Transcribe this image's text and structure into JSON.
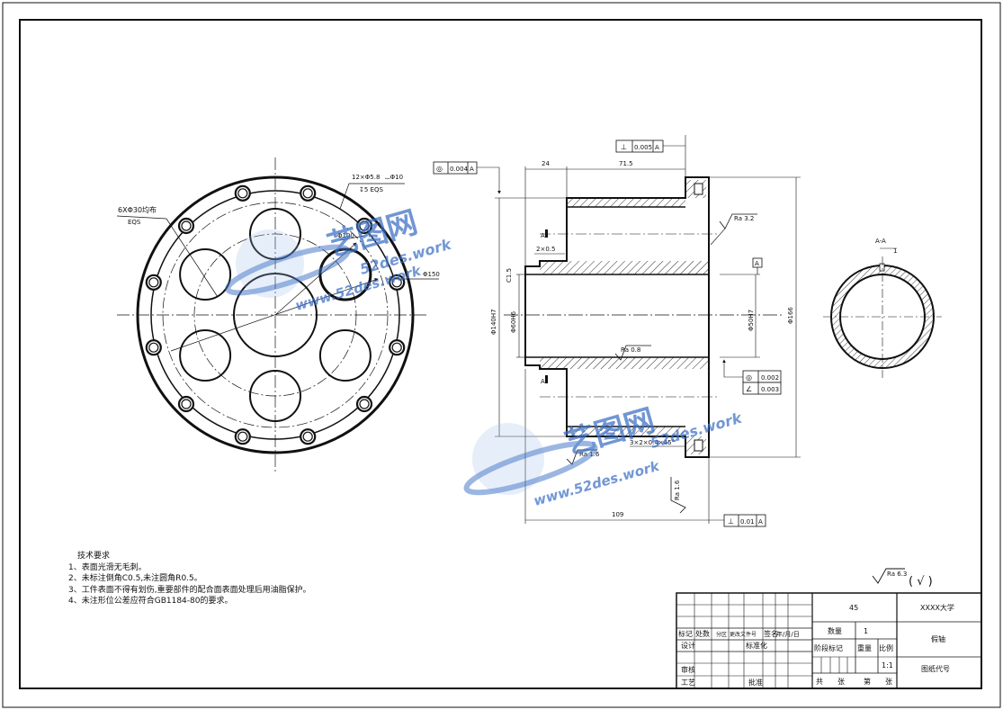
{
  "front_view": {
    "hole_callout_main": "12×Φ5.8",
    "hole_callout_depth": "⌴Φ10",
    "hole_callout_sub": "↧5  EQS",
    "bolt_callout": "6XΦ30均布",
    "bolt_callout_sub": "EQS",
    "dia_100": "Φ100",
    "dia_150": "Φ150"
  },
  "section_view": {
    "dim_24": "24",
    "dim_71_5": "71.5",
    "dim_109": "109",
    "dim_2x05": "2×0.5",
    "dim_c15": "C1.5",
    "dim_140h7": "Φ140H7",
    "dim_60h6": "Φ60H6",
    "dim_50h7": "Φ50H7",
    "dim_166": "Φ166",
    "chamfer_note": "3×2×0.4×45°",
    "section_mark": "A",
    "datum": "A",
    "ra_32": "Ra 3.2",
    "ra_08": "Ra 0.8",
    "ra_16a": "Ra 1.6",
    "ra_16b": "Ra 1.6",
    "tol_top_sym": "⊥",
    "tol_top_val": "0.005",
    "tol_top_ref": "A",
    "tol_left_sym": "◎",
    "tol_left_val": "0.004",
    "tol_left_ref": "A",
    "tol_right1_sym": "◎",
    "tol_right1_val": "0.002",
    "tol_right2_sym": "∠",
    "tol_right2_val": "0.003",
    "tol_bottom_sym": "⊥",
    "tol_bottom_val": "0.01",
    "tol_bottom_ref": "A"
  },
  "aa_view": {
    "title": "A-A",
    "dim_1": "1"
  },
  "roughness_default": {
    "value": "Ra 6.3",
    "suffix": "( √ )"
  },
  "tech_notes": {
    "title": "技术要求",
    "items": [
      "1、表面光滑无毛刺。",
      "2、未标注倒角C0.5,未注圆角R0.5。",
      "3、工件表面不得有划伤,重要部件的配合面表面处理后用油脂保护。",
      "4、未注形位公差应符合GB1184-80的要求。"
    ]
  },
  "title_block": {
    "material": "45",
    "university": "XXXX大学",
    "qty_label": "数量",
    "qty_value": "1",
    "part_name": "假轴",
    "stage_label": "阶段标记",
    "weight_label": "重量",
    "scale_label": "比例",
    "scale_value": "1:1",
    "drawing_code_label": "图纸代号",
    "mark": "标记",
    "place": "处数",
    "zone": "分区",
    "change_doc": "更改文件号",
    "sign": "签名",
    "date": "年/月/日",
    "design": "设计",
    "standard": "标准化",
    "review": "审核",
    "process": "工艺",
    "approve": "批准",
    "total": "共",
    "sheet_unit": "张",
    "order": "第",
    "sheet_unit2": "张"
  },
  "watermark": {
    "brand": "艺图网",
    "url_top": "52des.work",
    "url_bottom": "www.52des.work",
    "url_top2": "www.52des.work",
    "url_bottom2": "52des.work"
  },
  "colors": {
    "ink": "#111111",
    "watermark": "#3b6fc4",
    "watermark_light": "#9db9e6"
  }
}
